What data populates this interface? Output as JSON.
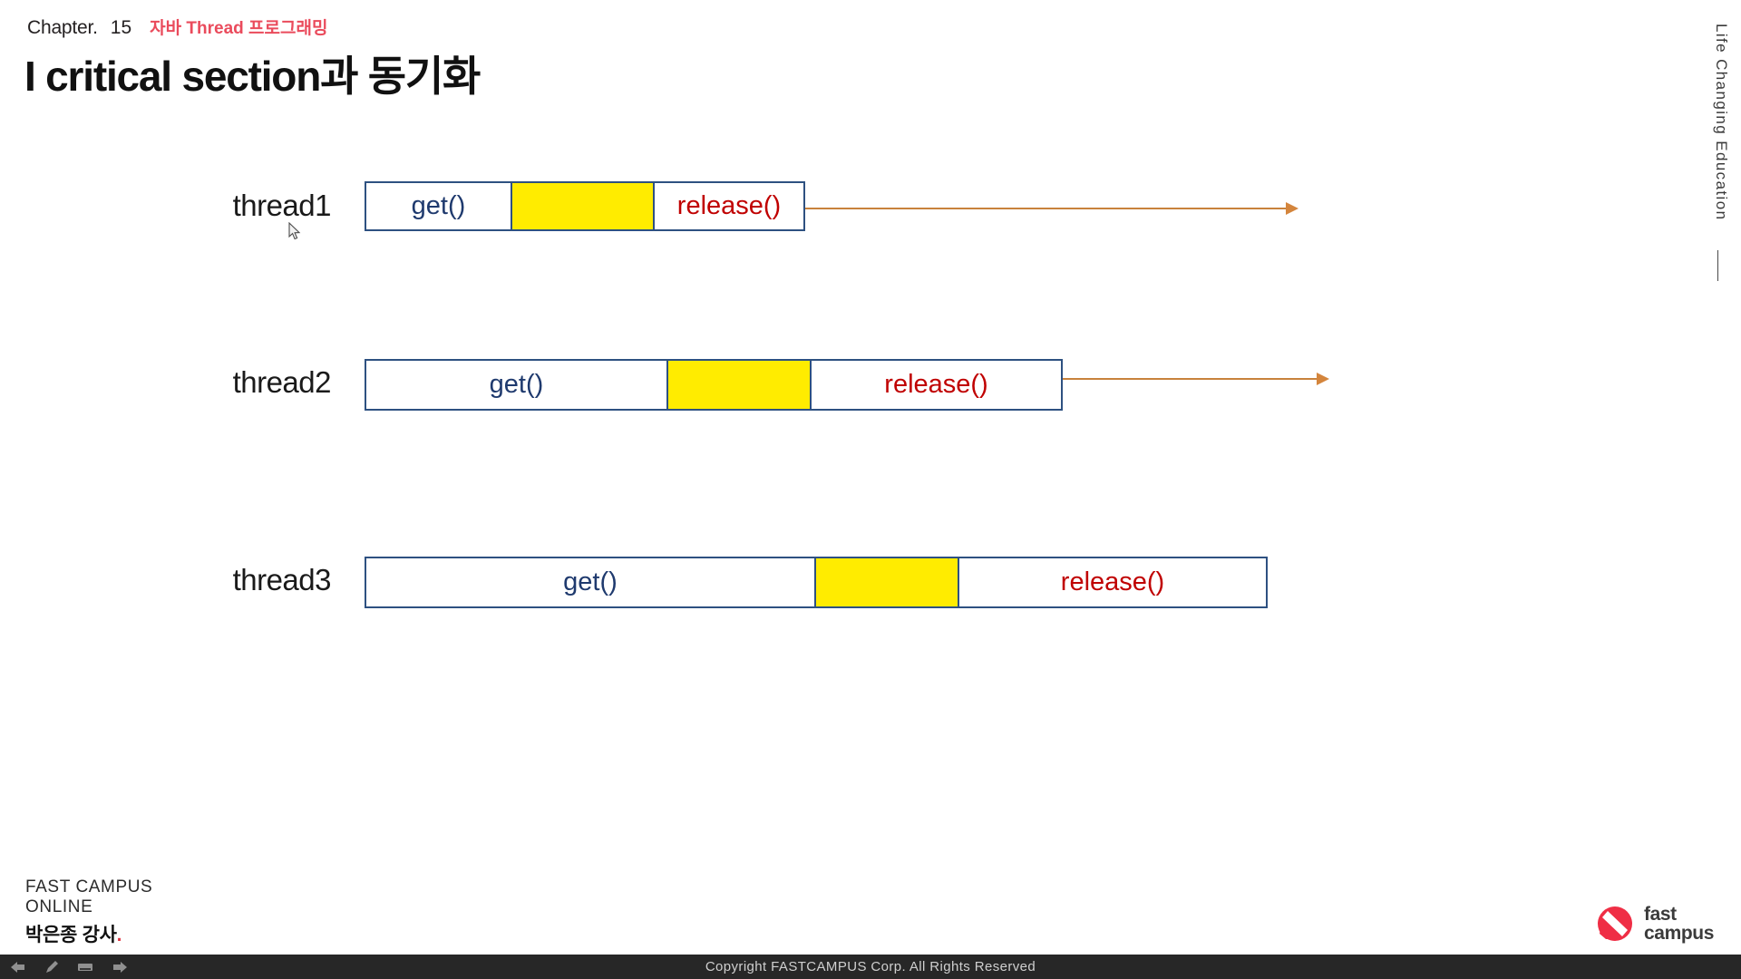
{
  "header": {
    "chapter_label": "Chapter.",
    "chapter_number": "15",
    "chapter_topic": "자바 Thread 프로그래밍",
    "title": "I critical section과 동기화"
  },
  "side": {
    "tagline": "Life Changing Education"
  },
  "diagram": {
    "rows": [
      {
        "label": "thread1",
        "get_label": "get()",
        "critical_label": "",
        "release_label": "release()",
        "has_arrow": true
      },
      {
        "label": "thread2",
        "get_label": "get()",
        "critical_label": "",
        "release_label": "release()",
        "has_arrow": true
      },
      {
        "label": "thread3",
        "get_label": "get()",
        "critical_label": "",
        "release_label": "release()",
        "has_arrow": false
      }
    ],
    "colors": {
      "border": "#2e5181",
      "critical_fill": "#ffec00",
      "get_text": "#1f3a6e",
      "release_text": "#c00000",
      "arrow": "#d4853c"
    }
  },
  "footer": {
    "brand_line1": "FAST  CAMPUS",
    "brand_line2": "ONLINE",
    "instructor": "박은종 강사",
    "instructor_dot": ".",
    "logo_line1": "fast",
    "logo_line2": "campus",
    "copyright": "Copyright  FASTCAMPUS  Corp. All  Rights  Reserved",
    "controls": [
      "back-arrow-icon",
      "pen-icon",
      "board-icon",
      "forward-arrow-icon"
    ]
  },
  "cursor": {
    "icon": "mouse-pointer-icon"
  }
}
